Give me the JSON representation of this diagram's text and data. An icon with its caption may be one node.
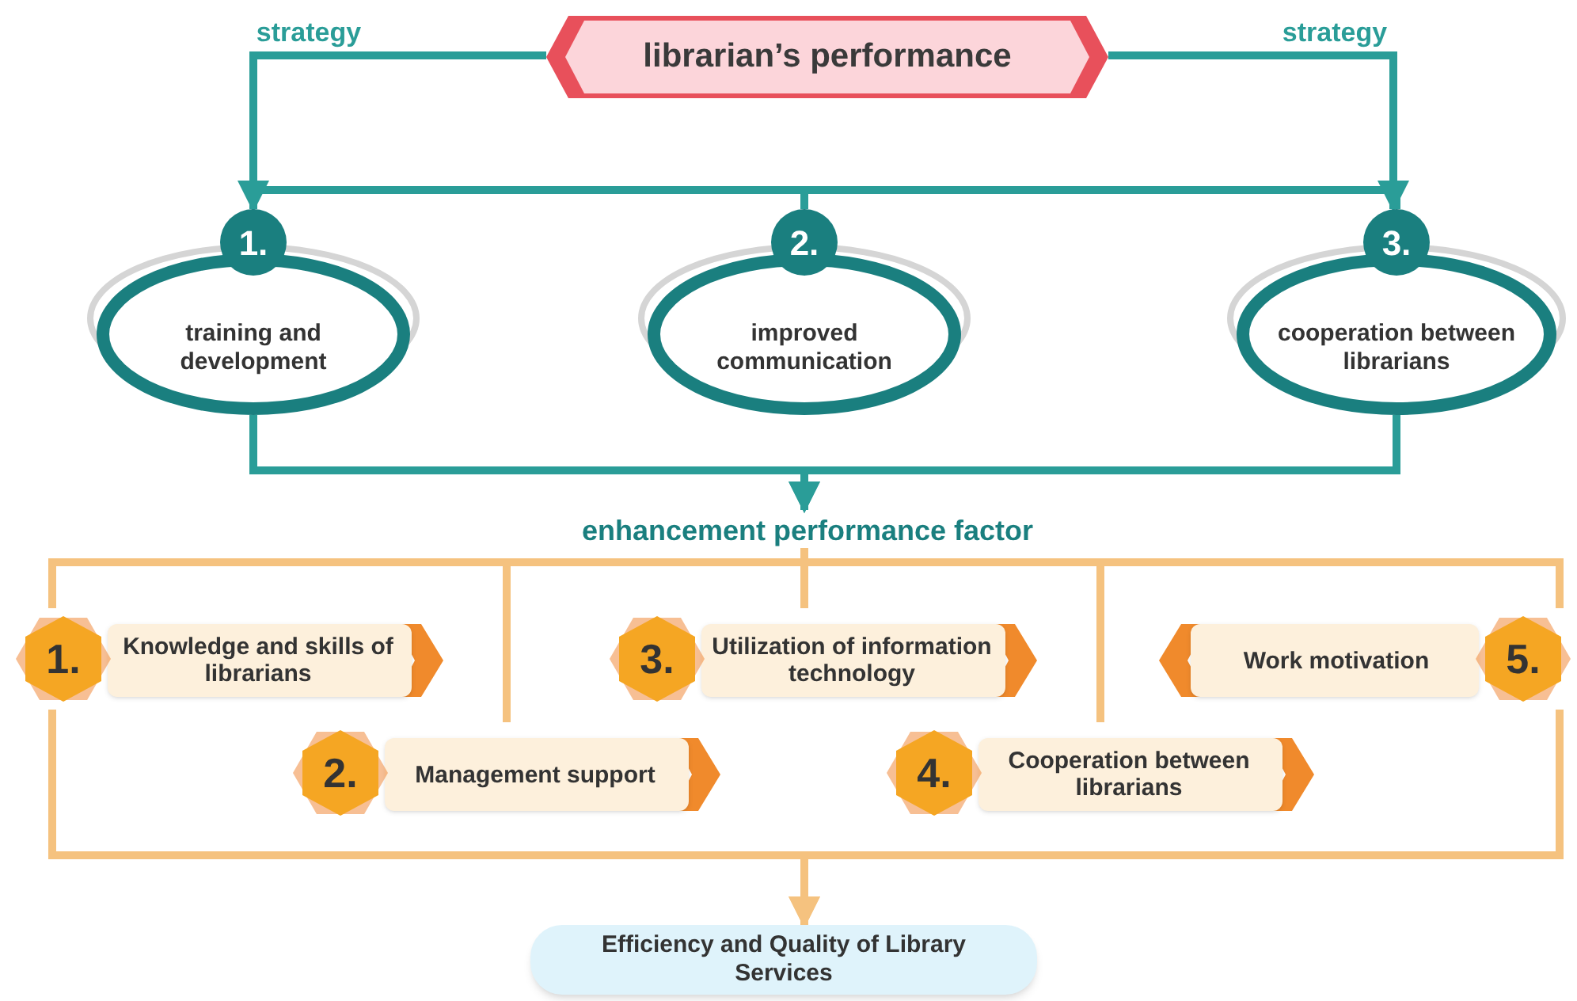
{
  "diagram": {
    "nodes": [
      {
        "text": [
          "librarian’s performance"
        ]
      },
      {
        "text": [
          "1.",
          "training and development"
        ]
      },
      {
        "text": [
          "2.",
          "improved communication"
        ]
      },
      {
        "text": [
          "3.",
          "cooperation between librarians"
        ]
      },
      {
        "text": [
          "enhancement performance factor"
        ]
      },
      {
        "text": [
          "1.",
          "Knowledge and skills of librarians"
        ]
      },
      {
        "text": [
          "2.",
          "Management support"
        ]
      },
      {
        "text": [
          "3.",
          "Utilization of information technology"
        ]
      },
      {
        "text": [
          "4.",
          "Cooperation between librarians"
        ]
      },
      {
        "text": [
          "Work motivation",
          "5."
        ]
      },
      {
        "text": [
          "Efficiency and Quality of Library Services"
        ]
      }
    ],
    "edges": [
      {
        "from": 0,
        "to": 1,
        "arrow": "to",
        "label": "strategy",
        "color": "#2a9d98"
      },
      {
        "from": 0,
        "to": 3,
        "arrow": "to",
        "label": "strategy",
        "color": "#2a9d98"
      },
      {
        "from": 1,
        "to": 2,
        "arrow": "none",
        "color": "#2a9d98"
      },
      {
        "from": 2,
        "to": 3,
        "arrow": "none",
        "color": "#2a9d98"
      },
      {
        "from": 1,
        "to": 4,
        "arrow": "to",
        "color": "#2a9d98"
      },
      {
        "from": 3,
        "to": 4,
        "arrow": "to",
        "color": "#2a9d98"
      },
      {
        "from": 4,
        "to": 5,
        "arrow": "none"
      },
      {
        "from": 4,
        "to": 6,
        "arrow": "none"
      },
      {
        "from": 4,
        "to": 7,
        "arrow": "none"
      },
      {
        "from": 4,
        "to": 8,
        "arrow": "none"
      },
      {
        "from": 4,
        "to": 9,
        "arrow": "none"
      },
      {
        "from": 5,
        "to": 10,
        "arrow": "to"
      },
      {
        "from": 9,
        "to": 10,
        "arrow": "to"
      }
    ]
  }
}
